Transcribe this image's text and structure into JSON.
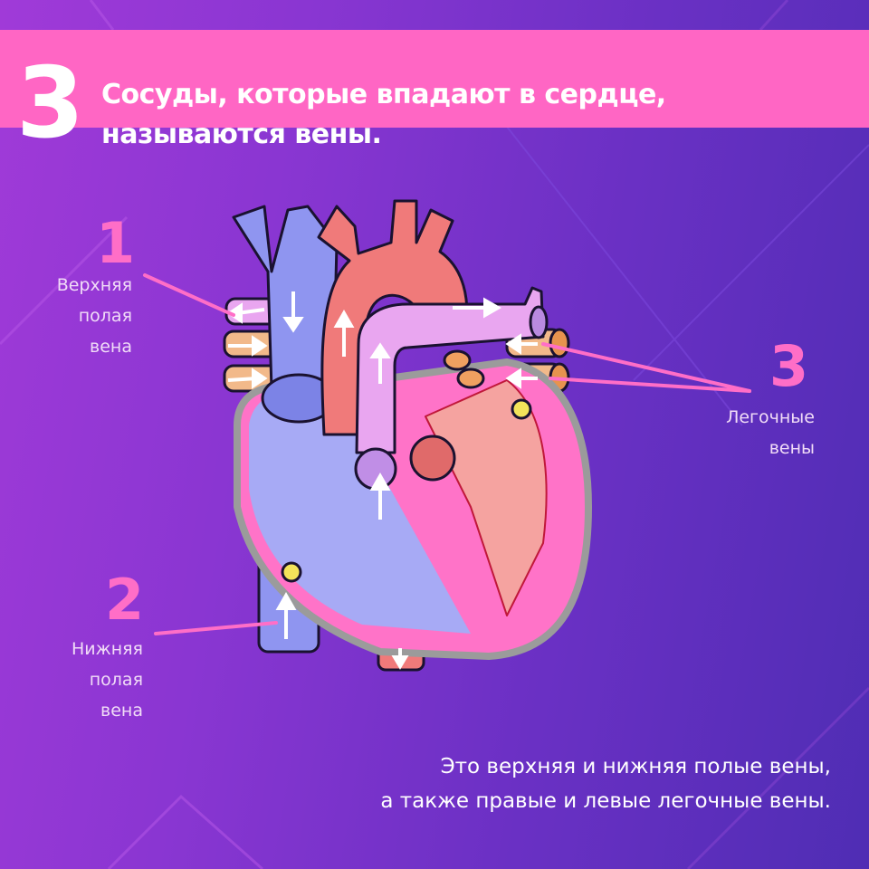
{
  "header": {
    "number": "3",
    "title_line1": "Сосуды, которые впадают в сердце,",
    "title_line2": "называются вены."
  },
  "labels": [
    {
      "number": "1",
      "lines": [
        "Верхняя",
        "полая",
        "вена"
      ]
    },
    {
      "number": "2",
      "lines": [
        "Нижняя",
        "полая",
        "вена"
      ]
    },
    {
      "number": "3",
      "lines": [
        "Легочные",
        "вены"
      ]
    }
  ],
  "caption": {
    "line1": "Это верхняя и нижняя полые вены,",
    "line2": "а также правые и левые легочные вены."
  },
  "illustration": {
    "subject": "heart-diagram",
    "icon": "heart-anatomy-icon"
  },
  "colors": {
    "header_bg": "#ff66c4",
    "accent_pink": "#ff6ec7",
    "bg_left": "#a03ad8",
    "bg_right": "#4f2db4",
    "vein_blue": "#8f95f0",
    "artery_red": "#f07a7a",
    "pulmonary_lilac": "#e9a6f0",
    "pulmonary_vein_tan": "#f2b98a"
  }
}
